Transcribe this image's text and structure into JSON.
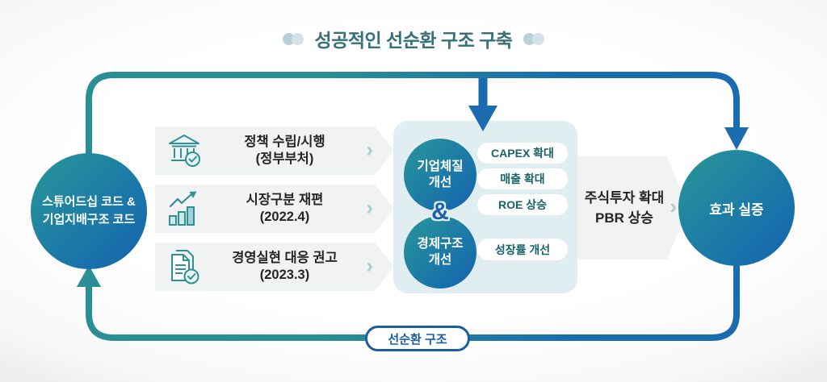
{
  "title": {
    "text": "성공적인 선순환 구조 구축"
  },
  "cycle": {
    "left_node": {
      "line1": "스튜어드십 코드 &",
      "line2": "기업지배구조 코드"
    },
    "right_node": {
      "label": "효과 실증"
    },
    "loop_label": "선순환 구조"
  },
  "policy_steps": [
    {
      "icon": "bank-check-icon",
      "title": "정책 수립/시행",
      "subtitle": "(정부부처)"
    },
    {
      "icon": "bar-chart-growth-icon",
      "title": "시장구분 재편",
      "subtitle": "(2022.4)"
    },
    {
      "icon": "document-check-icon",
      "title": "경영실현 대응 권고",
      "subtitle": "(2023.3)"
    }
  ],
  "improvement_panel": {
    "corporate_circle": {
      "line1": "기업체질",
      "line2": "개선"
    },
    "corporate_effects": [
      "CAPEX 확대",
      "매출 확대",
      "ROE 상승"
    ],
    "joiner": "&",
    "economy_circle": {
      "line1": "경제구조",
      "line2": "개선"
    },
    "economy_effects": [
      "성장률 개선"
    ]
  },
  "outcome": {
    "line1": "주식투자 확대",
    "line2": "PBR 상승"
  },
  "ui": {
    "chevron": "›"
  },
  "colors": {
    "teal_line": "#2a8f94",
    "blue_line": "#1a6cae",
    "node_gradient_start": "#27939a",
    "node_gradient_end": "#1565ae",
    "panel_bg": "#e1eef1",
    "band_bg": "#f0f3f2",
    "pill_text": "#176367",
    "title_text": "#377078",
    "loop_label_color": "#1b5d9e"
  }
}
